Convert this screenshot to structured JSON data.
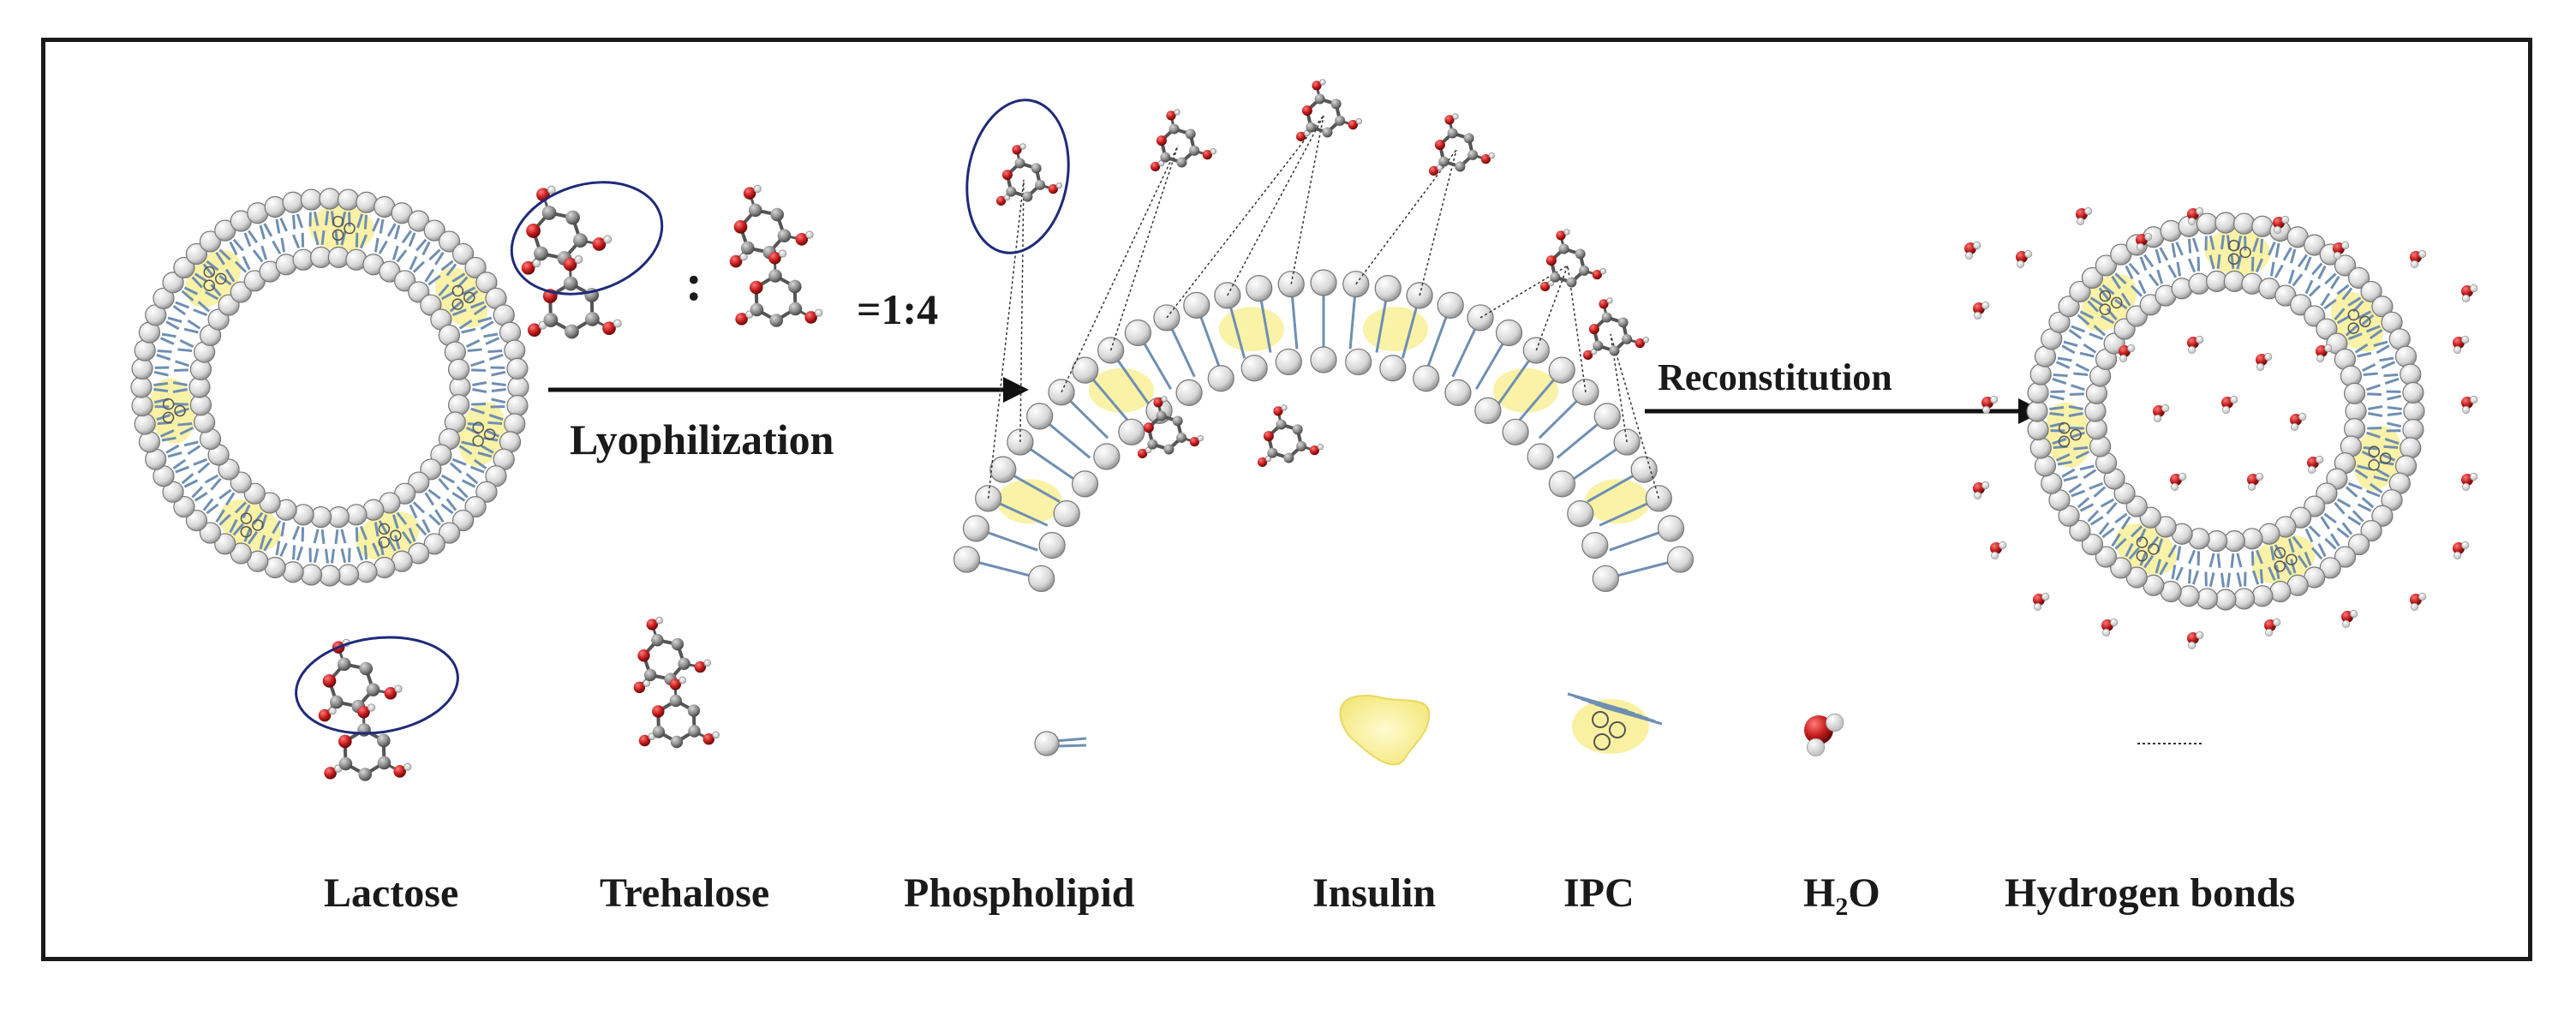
{
  "ratio_label": "=1:4",
  "ratio_colon": ":",
  "step1_label": "Lyophilization",
  "step2_label": "Reconstitution",
  "legend": {
    "lactose": "Lactose",
    "trehalose": "Trehalose",
    "phospholipid": "Phospholipid",
    "insulin": "Insulin",
    "ipc": "IPC",
    "water_h": "H",
    "water_sub": "2",
    "water_o": "O",
    "hbonds": "Hydrogen bonds"
  },
  "colors": {
    "lipid_head": "#e6e6e6",
    "lipid_tail": "#6f8fb3",
    "insulin": "#f7ee8a",
    "oxygen": "#c41a1a",
    "carbon": "#8a8a8a",
    "hydrogen": "#f0f0f0",
    "ellipse": "#1f2a7a"
  }
}
